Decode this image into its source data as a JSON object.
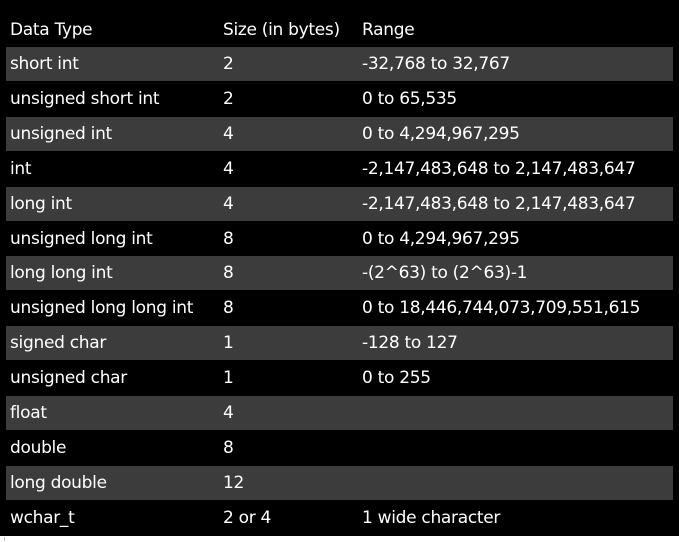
{
  "table": {
    "headers": [
      "Data Type",
      "Size (in bytes)",
      "Range"
    ],
    "rows": [
      [
        "short int",
        "2",
        "-32,768 to 32,767"
      ],
      [
        "unsigned short int",
        "2",
        "0 to 65,535"
      ],
      [
        "unsigned int",
        "4",
        "0 to 4,294,967,295"
      ],
      [
        "int",
        "4",
        "-2,147,483,648 to 2,147,483,647"
      ],
      [
        "long int",
        "4",
        "-2,147,483,648 to 2,147,483,647"
      ],
      [
        "unsigned long int",
        "8",
        "0 to 4,294,967,295"
      ],
      [
        "long long int",
        "8",
        "-(2^63) to (2^63)-1"
      ],
      [
        "unsigned long long int",
        "8",
        "0 to 18,446,744,073,709,551,615"
      ],
      [
        "signed char",
        "1",
        "-128 to 127"
      ],
      [
        "unsigned char",
        "1",
        "0 to 255"
      ],
      [
        "float",
        "4",
        ""
      ],
      [
        "double",
        "8",
        ""
      ],
      [
        "long double",
        "12",
        ""
      ],
      [
        "wchar_t",
        "2 or 4",
        "1 wide character"
      ]
    ]
  },
  "colors": {
    "background": "#000000",
    "striped_row": "#3c3c3c",
    "text": "#ffffff"
  }
}
